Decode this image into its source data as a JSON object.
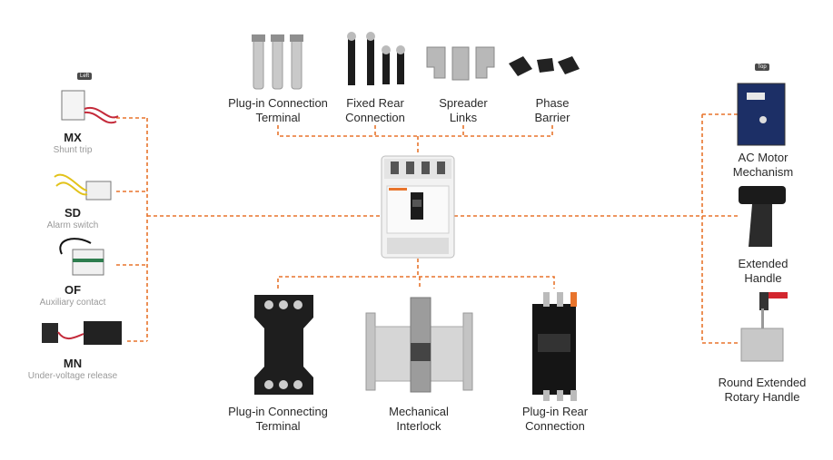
{
  "accent": "#e8742c",
  "top_parts": [
    {
      "line1": "Plug-in Connection",
      "line2": "Terminal"
    },
    {
      "line1": "Fixed Rear",
      "line2": "Connection"
    },
    {
      "line1": "Spreader",
      "line2": "Links"
    },
    {
      "line1": "Phase",
      "line2": "Barrier"
    }
  ],
  "bottom_parts": [
    {
      "line1": "Plug-in Connecting",
      "line2": "Terminal"
    },
    {
      "line1": "Mechanical",
      "line2": "Interlock"
    },
    {
      "line1": "Plug-in Rear",
      "line2": "Connection"
    }
  ],
  "left_tag": "Left",
  "left_parts": [
    {
      "code": "MX",
      "desc": "Shunt trip"
    },
    {
      "code": "SD",
      "desc": "Alarm switch"
    },
    {
      "code": "OF",
      "desc": "Auxiliary contact"
    },
    {
      "code": "MN",
      "desc": "Under-voltage release"
    }
  ],
  "right_tag": "Top",
  "right_parts": [
    {
      "line1": "AC Motor",
      "line2": "Mechanism"
    },
    {
      "line1": "Extended",
      "line2": "Handle"
    },
    {
      "line1": "Round Extended",
      "line2": "Rotary Handle"
    }
  ]
}
